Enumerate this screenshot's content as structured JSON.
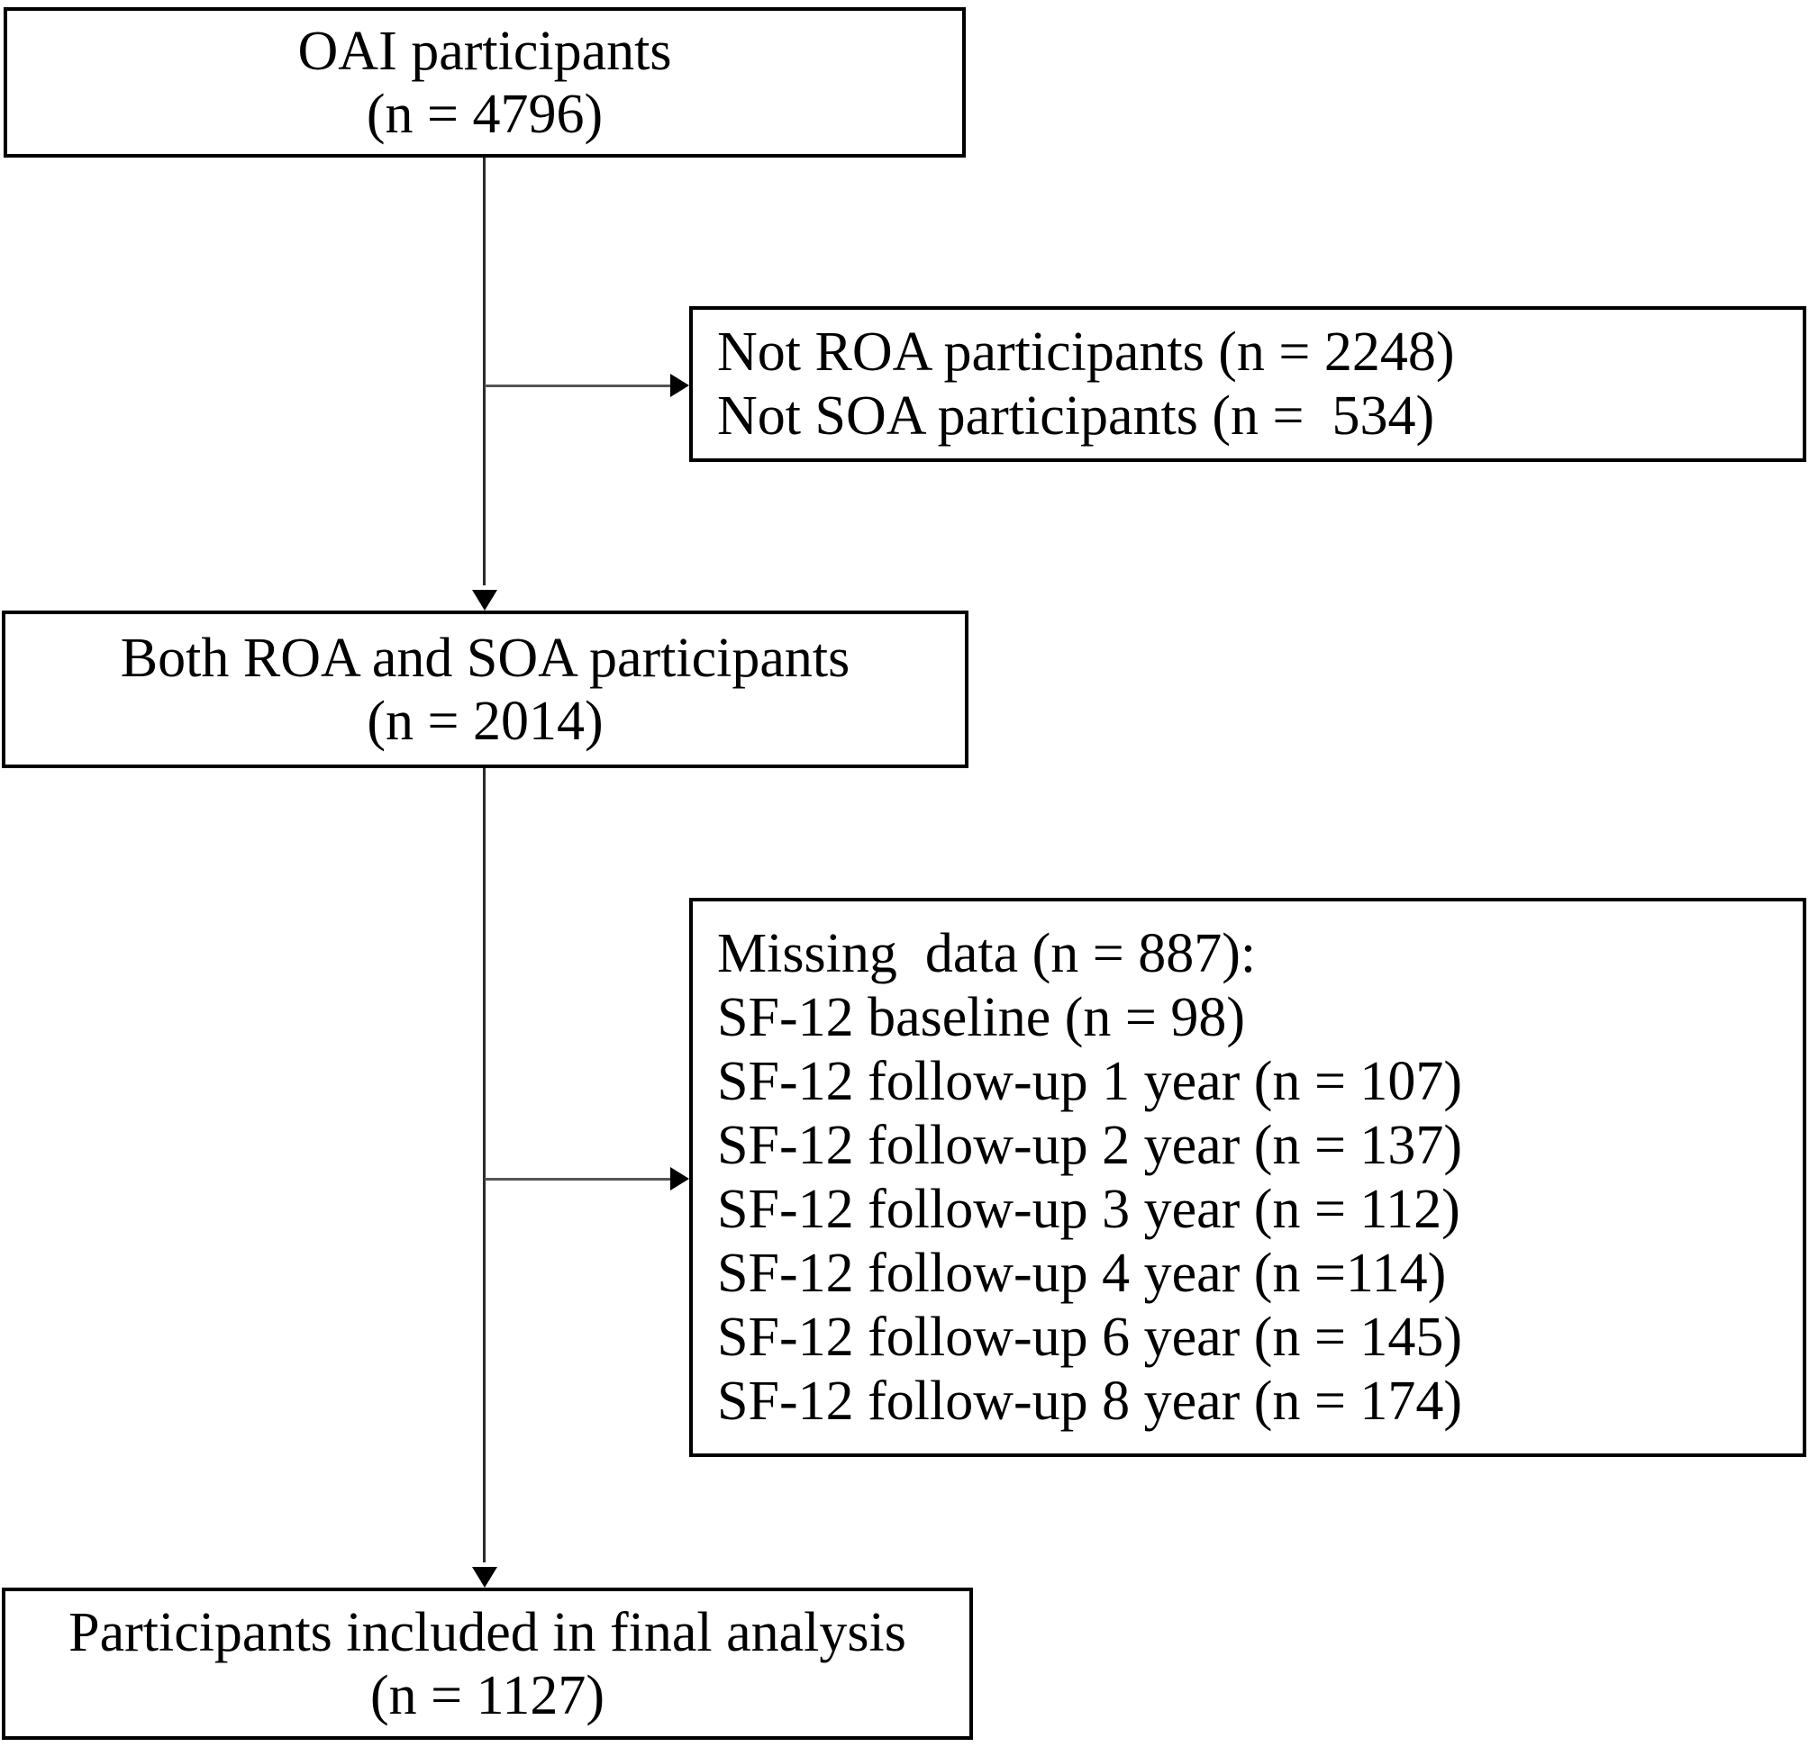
{
  "colors": {
    "box_border": "#000000",
    "box_background": "#ffffff",
    "text": "#000000",
    "connector": "#2a2a2a"
  },
  "boxes": {
    "oai": {
      "lines": [
        "OAI participants",
        "(n = 4796)"
      ]
    },
    "not_roa_soa": {
      "lines": [
        "Not ROA participants (n = 2248)",
        "Not SOA participants (n =  534)"
      ]
    },
    "both_roa_soa": {
      "lines": [
        "Both ROA and SOA participants",
        "(n = 2014)"
      ]
    },
    "missing_data": {
      "lines": [
        "Missing  data (n = 887):",
        "SF-12 baseline (n = 98)",
        "SF-12 follow-up 1 year (n = 107)",
        "SF-12 follow-up 2 year (n = 137)",
        "SF-12 follow-up 3 year (n = 112)",
        "SF-12 follow-up 4 year (n =114)",
        "SF-12 follow-up 6 year (n = 145)",
        "SF-12 follow-up 8 year (n = 174)"
      ]
    },
    "final_analysis": {
      "lines": [
        "Participants included in final analysis",
        "(n = 1127)"
      ]
    }
  }
}
